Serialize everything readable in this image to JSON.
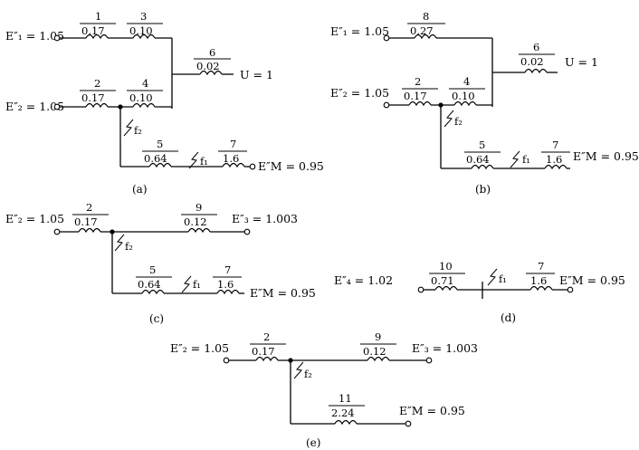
{
  "panels": {
    "a": {
      "caption": "(a)",
      "sources": {
        "e1": "E″₁ = 1.05",
        "e2": "E″₂ = 1.05",
        "em": "E″M = 0.95",
        "u": "U = 1"
      },
      "elements": [
        {
          "id": "1",
          "x": "0.17"
        },
        {
          "id": "3",
          "x": "0.10"
        },
        {
          "id": "6",
          "x": "0.02"
        },
        {
          "id": "2",
          "x": "0.17"
        },
        {
          "id": "4",
          "x": "0.10"
        },
        {
          "id": "5",
          "x": "0.64"
        },
        {
          "id": "7",
          "x": "1.6"
        }
      ],
      "faults": [
        "f₂",
        "f₁"
      ]
    },
    "b": {
      "caption": "(b)",
      "sources": {
        "e1": "E″₁ = 1.05",
        "e2": "E″₂ = 1.05",
        "em": "E″M = 0.95",
        "u": "U = 1"
      },
      "elements": [
        {
          "id": "8",
          "x": "0.27"
        },
        {
          "id": "6",
          "x": "0.02"
        },
        {
          "id": "2",
          "x": "0.17"
        },
        {
          "id": "4",
          "x": "0.10"
        },
        {
          "id": "5",
          "x": "0.64"
        },
        {
          "id": "7",
          "x": "1.6"
        }
      ],
      "faults": [
        "f₂",
        "f₁"
      ]
    },
    "c": {
      "caption": "(c)",
      "sources": {
        "e2": "E″₂ = 1.05",
        "e3": "E″₃ = 1.003",
        "em": "E″M = 0.95"
      },
      "elements": [
        {
          "id": "2",
          "x": "0.17"
        },
        {
          "id": "9",
          "x": "0.12"
        },
        {
          "id": "5",
          "x": "0.64"
        },
        {
          "id": "7",
          "x": "1.6"
        }
      ],
      "faults": [
        "f₂",
        "f₁"
      ]
    },
    "d": {
      "caption": "(d)",
      "sources": {
        "e4": "E″₄ = 1.02",
        "em": "E″M = 0.95"
      },
      "elements": [
        {
          "id": "10",
          "x": "0.71"
        },
        {
          "id": "7",
          "x": "1.6"
        }
      ],
      "faults": [
        "f₁"
      ]
    },
    "e": {
      "caption": "(e)",
      "sources": {
        "e2": "E″₂ = 1.05",
        "e3": "E″₃ = 1.003",
        "em": "E″M = 0.95"
      },
      "elements": [
        {
          "id": "2",
          "x": "0.17"
        },
        {
          "id": "9",
          "x": "0.12"
        },
        {
          "id": "11",
          "x": "2.24"
        }
      ],
      "faults": [
        "f₂"
      ]
    }
  }
}
